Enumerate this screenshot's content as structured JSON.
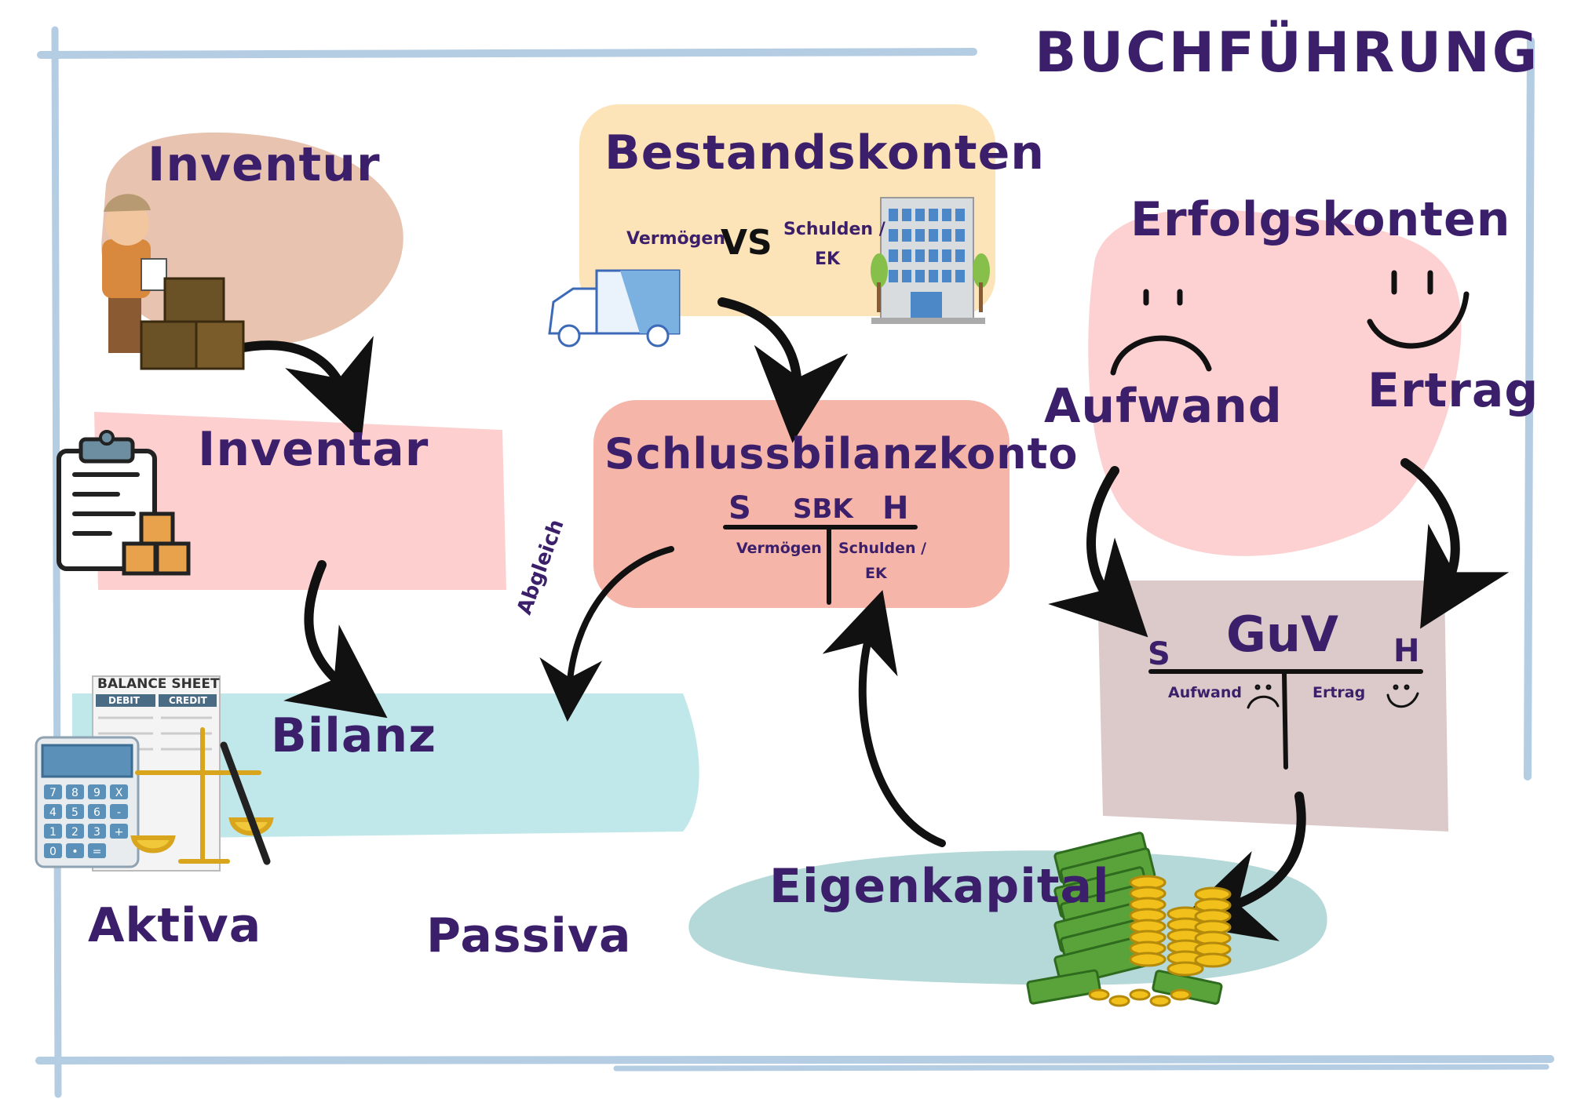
{
  "title": "BUCHFÜHRUNG",
  "inventur": {
    "label": "Inventur"
  },
  "inventar": {
    "label": "Inventar"
  },
  "bilanz": {
    "label": "Bilanz",
    "aktiva": "Aktiva",
    "passiva": "Passiva",
    "sheet": {
      "heading": "BALANCE SHEET",
      "col_debit": "DEBIT",
      "col_credit": "CREDIT"
    }
  },
  "bestandskonten": {
    "label": "Bestandskonten",
    "left": "Vermögen",
    "vs": "VS",
    "right_line1": "Schulden /",
    "right_line2": "EK"
  },
  "sbk": {
    "label": "Schlussbilanzkonto",
    "s": "S",
    "name": "SBK",
    "h": "H",
    "left": "Vermögen",
    "right_line1": "Schulden /",
    "right_line2": "EK",
    "arrow_label": "Abgleich"
  },
  "erfolgskonten": {
    "label": "Erfolgskonten",
    "aufwand": "Aufwand",
    "ertrag": "Ertrag"
  },
  "guv": {
    "label": "GuV",
    "s": "S",
    "h": "H",
    "left": "Aufwand",
    "right": "Ertrag"
  },
  "eigenkapital": {
    "label": "Eigenkapital"
  },
  "calculator_keys": [
    "7",
    "8",
    "9",
    "X",
    "4",
    "5",
    "6",
    "-",
    "1",
    "2",
    "3",
    "+",
    "0",
    "•",
    "="
  ],
  "colors": {
    "text": "#3b1f6b",
    "frame": "#b4cde3",
    "inventur_blob": "#e8c4b0",
    "inventar_box": "#fdd0cf",
    "bilanz_box": "#c0e8ea",
    "bestand_box": "#fde3b8",
    "sbk_box": "#f5b5a8",
    "erfolg_blob": "#fdd0d2",
    "guv_box": "#dcc9ca",
    "ek_blob": "#b5d8d8"
  }
}
